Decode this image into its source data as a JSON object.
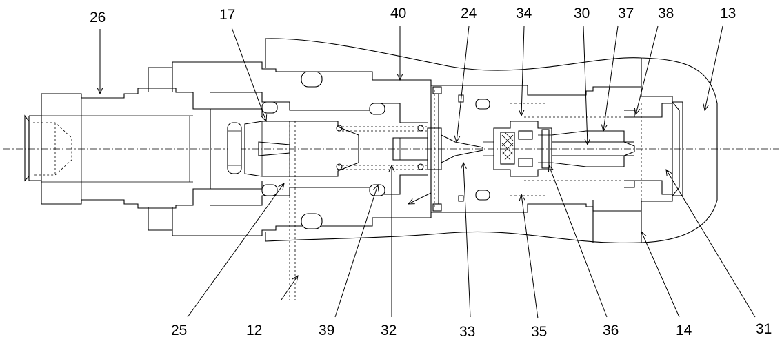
{
  "labels": [
    {
      "id": "26",
      "text": "26"
    },
    {
      "id": "17",
      "text": "17"
    },
    {
      "id": "40",
      "text": "40"
    },
    {
      "id": "24",
      "text": "24"
    },
    {
      "id": "34",
      "text": "34"
    },
    {
      "id": "30",
      "text": "30"
    },
    {
      "id": "37",
      "text": "37"
    },
    {
      "id": "38",
      "text": "38"
    },
    {
      "id": "13",
      "text": "13"
    },
    {
      "id": "25",
      "text": "25"
    },
    {
      "id": "12",
      "text": "12"
    },
    {
      "id": "39",
      "text": "39"
    },
    {
      "id": "32",
      "text": "32"
    },
    {
      "id": "33",
      "text": "33"
    },
    {
      "id": "35",
      "text": "35"
    },
    {
      "id": "36",
      "text": "36"
    },
    {
      "id": "14",
      "text": "14"
    },
    {
      "id": "31",
      "text": "31"
    }
  ]
}
